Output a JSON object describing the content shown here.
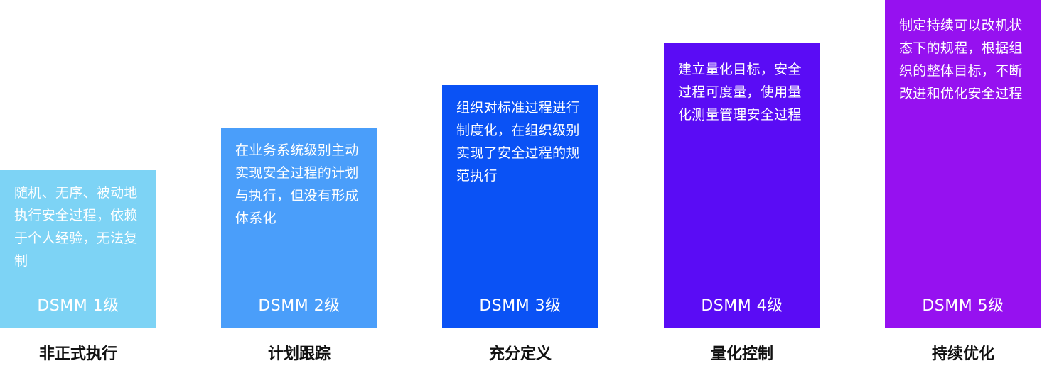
{
  "levels": [
    {
      "badge": "DSMM 1级",
      "caption": "非正式执行",
      "description": "随机、无序、被动地执行安全过程，依赖于个人经验，无法复制",
      "color": "#7DD3F5"
    },
    {
      "badge": "DSMM 2级",
      "caption": "计划跟踪",
      "description": "在业务系统级别主动实现安全过程的计划与执行，但没有形成体系化",
      "color": "#4A9EFA"
    },
    {
      "badge": "DSMM 3级",
      "caption": "充分定义",
      "description": "组织对标准过程进行制度化，在组织级别实现了安全过程的规范执行",
      "color": "#0A52F5"
    },
    {
      "badge": "DSMM 4级",
      "caption": "量化控制",
      "description": "建立量化目标，安全过程可度量，使用量化测量管理安全过程",
      "color": "#5A0CF5"
    },
    {
      "badge": "DSMM 5级",
      "caption": "持续优化",
      "description": "制定持续可以改机状态下的规程，根据组织的整体目标，不断改进和优化安全过程",
      "color": "#9611F0"
    }
  ]
}
